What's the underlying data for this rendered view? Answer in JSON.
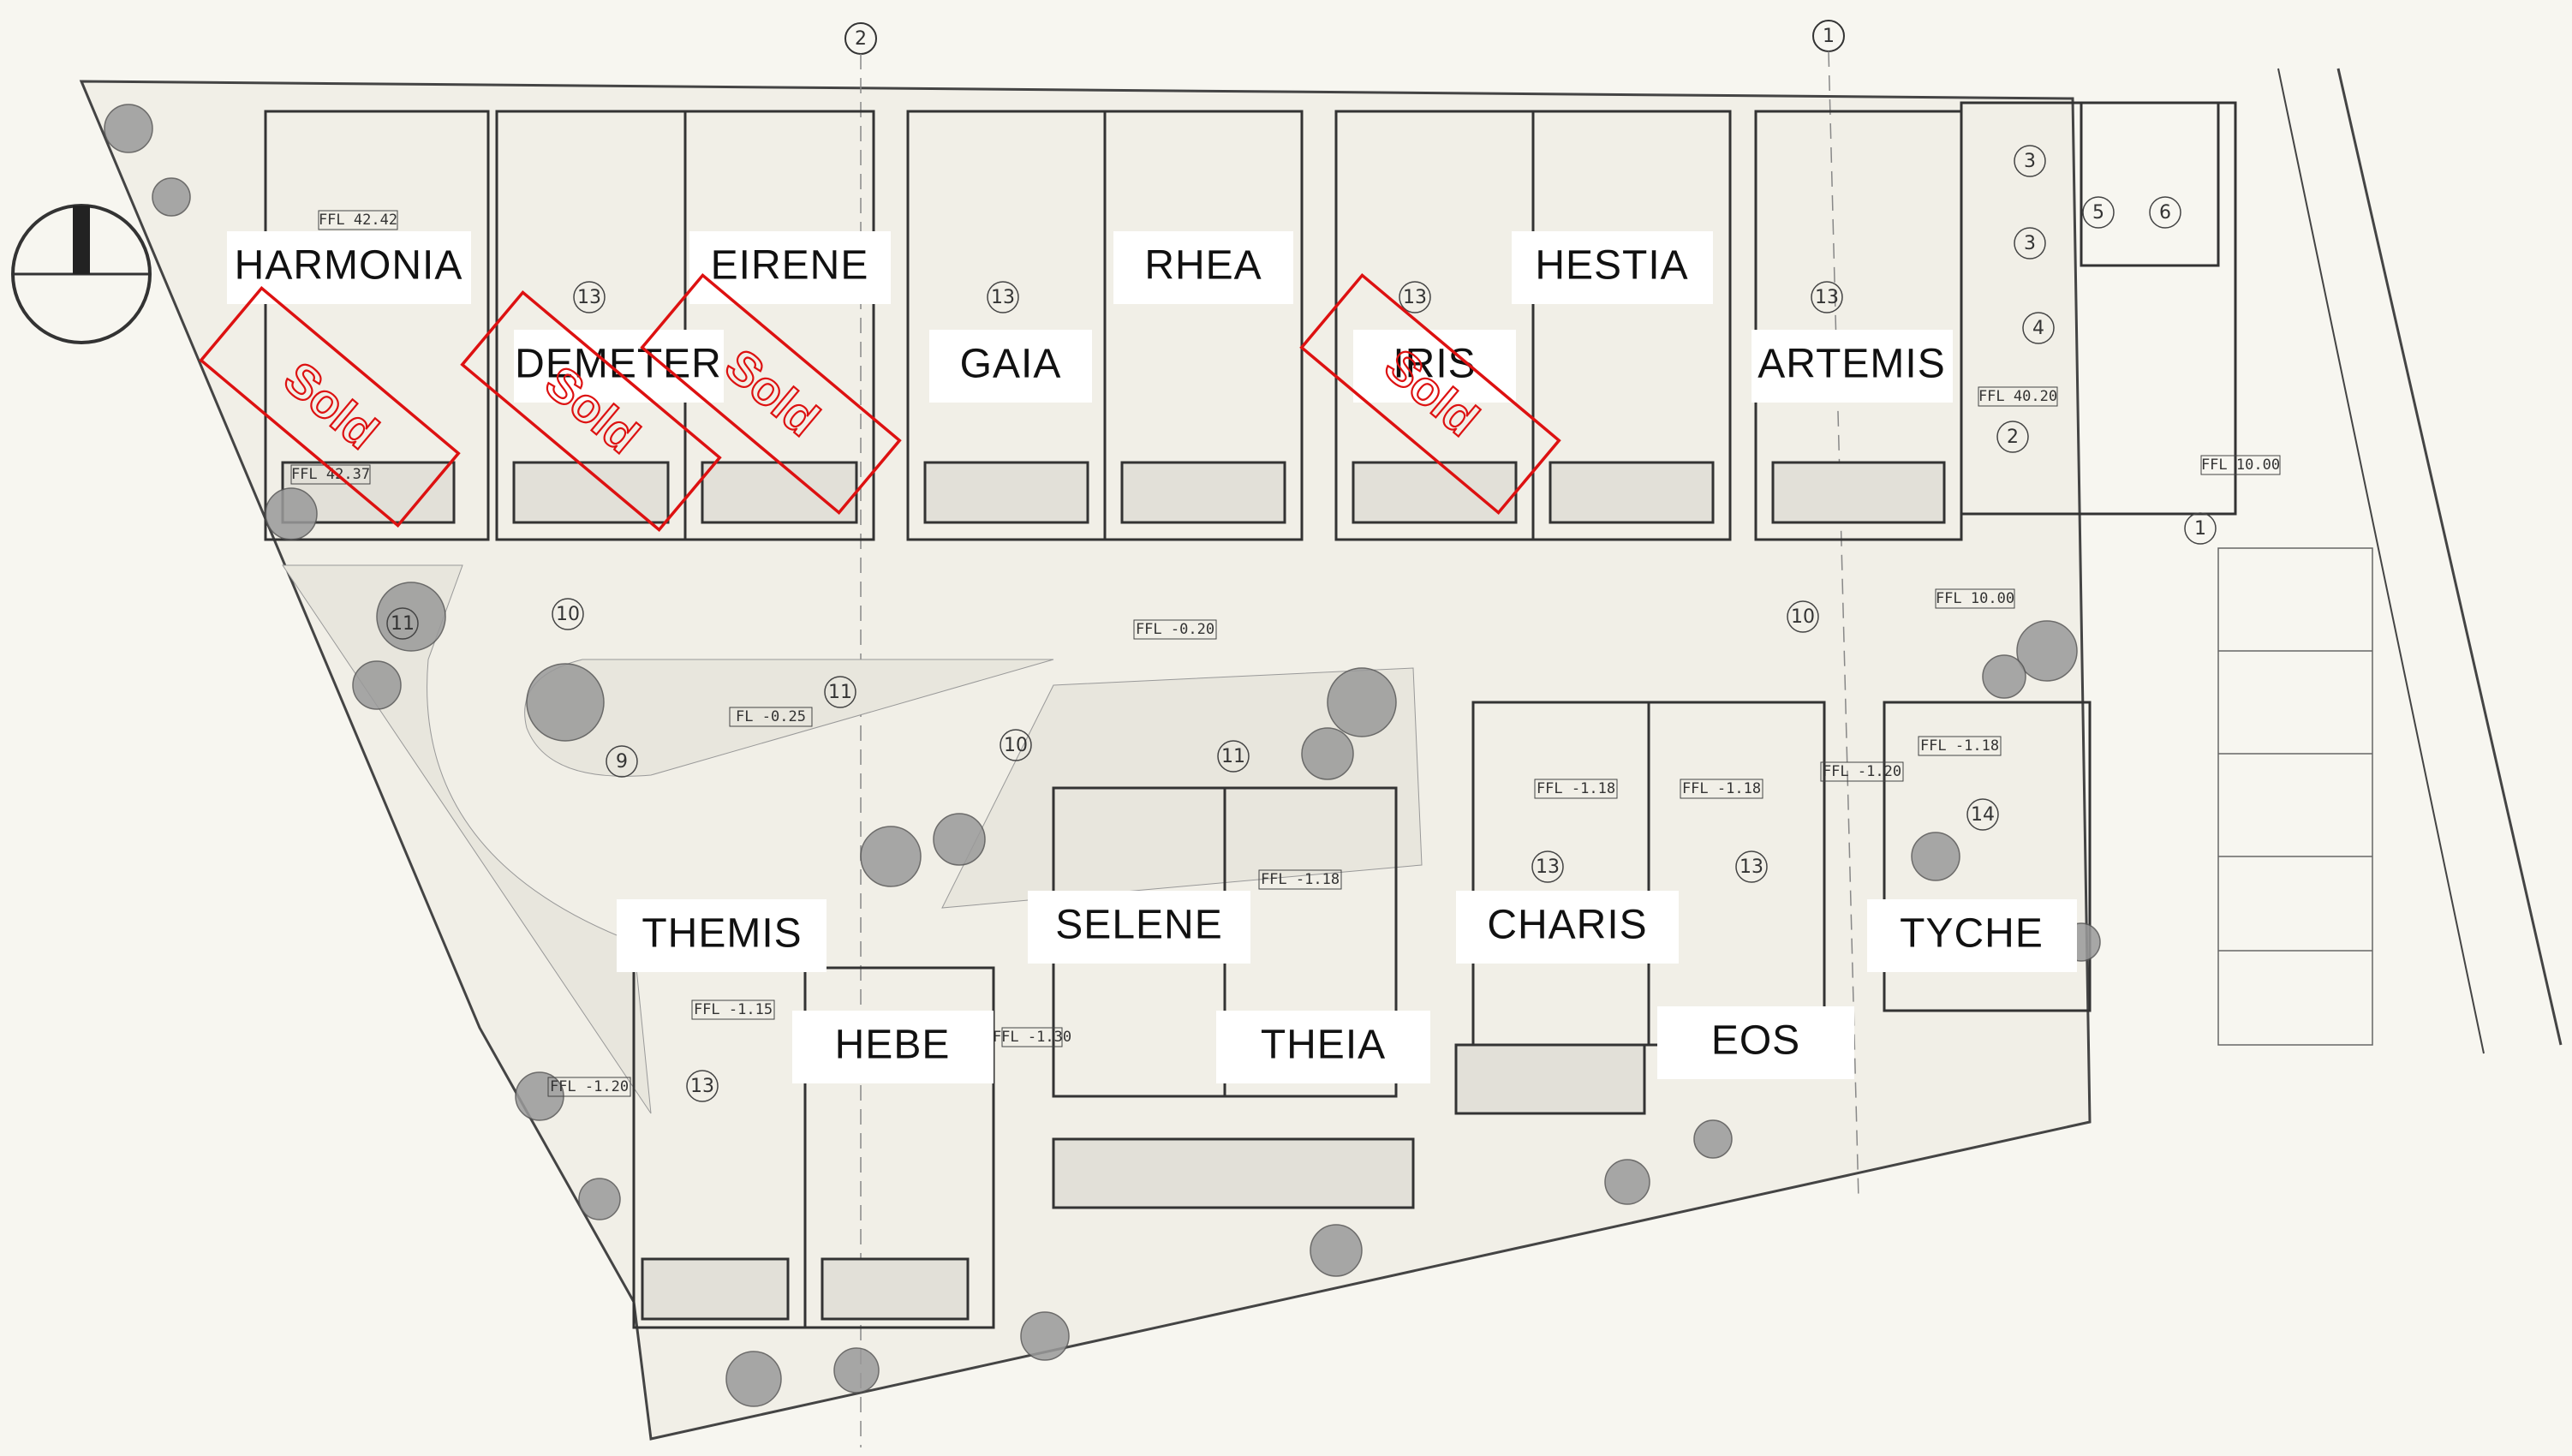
{
  "units": [
    {
      "name": "HARMONIA",
      "sold": true
    },
    {
      "name": "DEMETER",
      "sold": true
    },
    {
      "name": "EIRENE",
      "sold": true
    },
    {
      "name": "GAIA",
      "sold": false
    },
    {
      "name": "RHEA",
      "sold": false
    },
    {
      "name": "IRIS",
      "sold": true
    },
    {
      "name": "HESTIA",
      "sold": false
    },
    {
      "name": "ARTEMIS",
      "sold": false
    },
    {
      "name": "THEMIS",
      "sold": false
    },
    {
      "name": "SELENE",
      "sold": false
    },
    {
      "name": "CHARIS",
      "sold": false
    },
    {
      "name": "TYCHE",
      "sold": false
    },
    {
      "name": "HEBE",
      "sold": false
    },
    {
      "name": "THEIA",
      "sold": false
    },
    {
      "name": "EOS",
      "sold": false
    }
  ],
  "sold_label": "Sold",
  "ffl_labels": [
    "FFL 42.42",
    "FFL 42.37",
    "FFL 40.20",
    "FFL 10.00",
    "FFL 10.00",
    "FFL -0.20",
    "FL -0.25",
    "FFL -1.18",
    "FFL -1.18",
    "FFL -1.18",
    "FFL -1.18",
    "FFL -1.20",
    "FFL -1.20",
    "FFL -1.15",
    "FFL -1.30"
  ],
  "markers": [
    "1",
    "2",
    "3",
    "3",
    "4",
    "5",
    "6",
    "9",
    "10",
    "10",
    "10",
    "11",
    "11",
    "11",
    "13",
    "13",
    "13",
    "13",
    "13",
    "13",
    "13",
    "14"
  ],
  "axis_markers": [
    "1",
    "2"
  ]
}
